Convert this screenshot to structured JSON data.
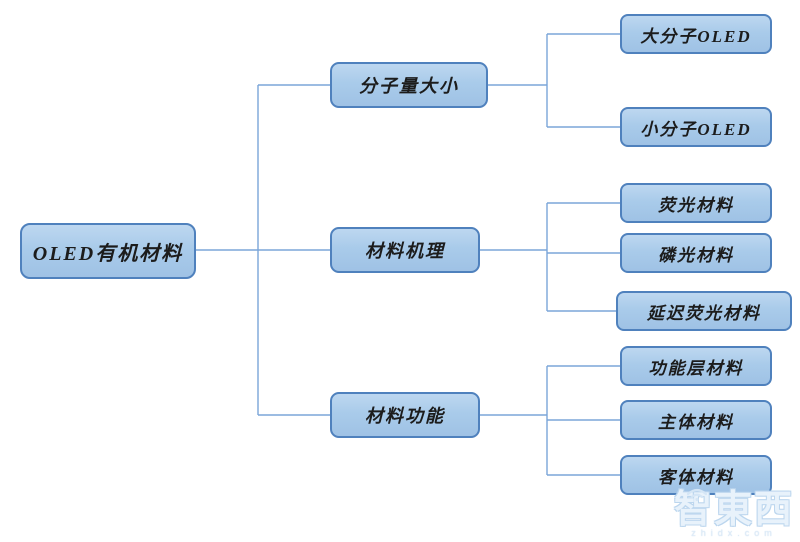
{
  "diagram": {
    "root": {
      "label": "OLED有机材料"
    },
    "branches": [
      {
        "label": "分子量大小",
        "children": [
          {
            "label": "大分子OLED"
          },
          {
            "label": "小分子OLED"
          }
        ]
      },
      {
        "label": "材料机理",
        "children": [
          {
            "label": "荧光材料"
          },
          {
            "label": "磷光材料"
          },
          {
            "label": "延迟荧光材料"
          }
        ]
      },
      {
        "label": "材料功能",
        "children": [
          {
            "label": "功能层材料"
          },
          {
            "label": "主体材料"
          },
          {
            "label": "客体材料"
          }
        ]
      }
    ]
  },
  "watermark": {
    "logo": "智東西",
    "site": "zhidx.com"
  },
  "colors": {
    "node_fill": "#a9cbea",
    "node_border": "#4f81bd",
    "connector": "#7ba6d9",
    "text": "#1c1c1c",
    "watermark": "#cfe2f3"
  }
}
